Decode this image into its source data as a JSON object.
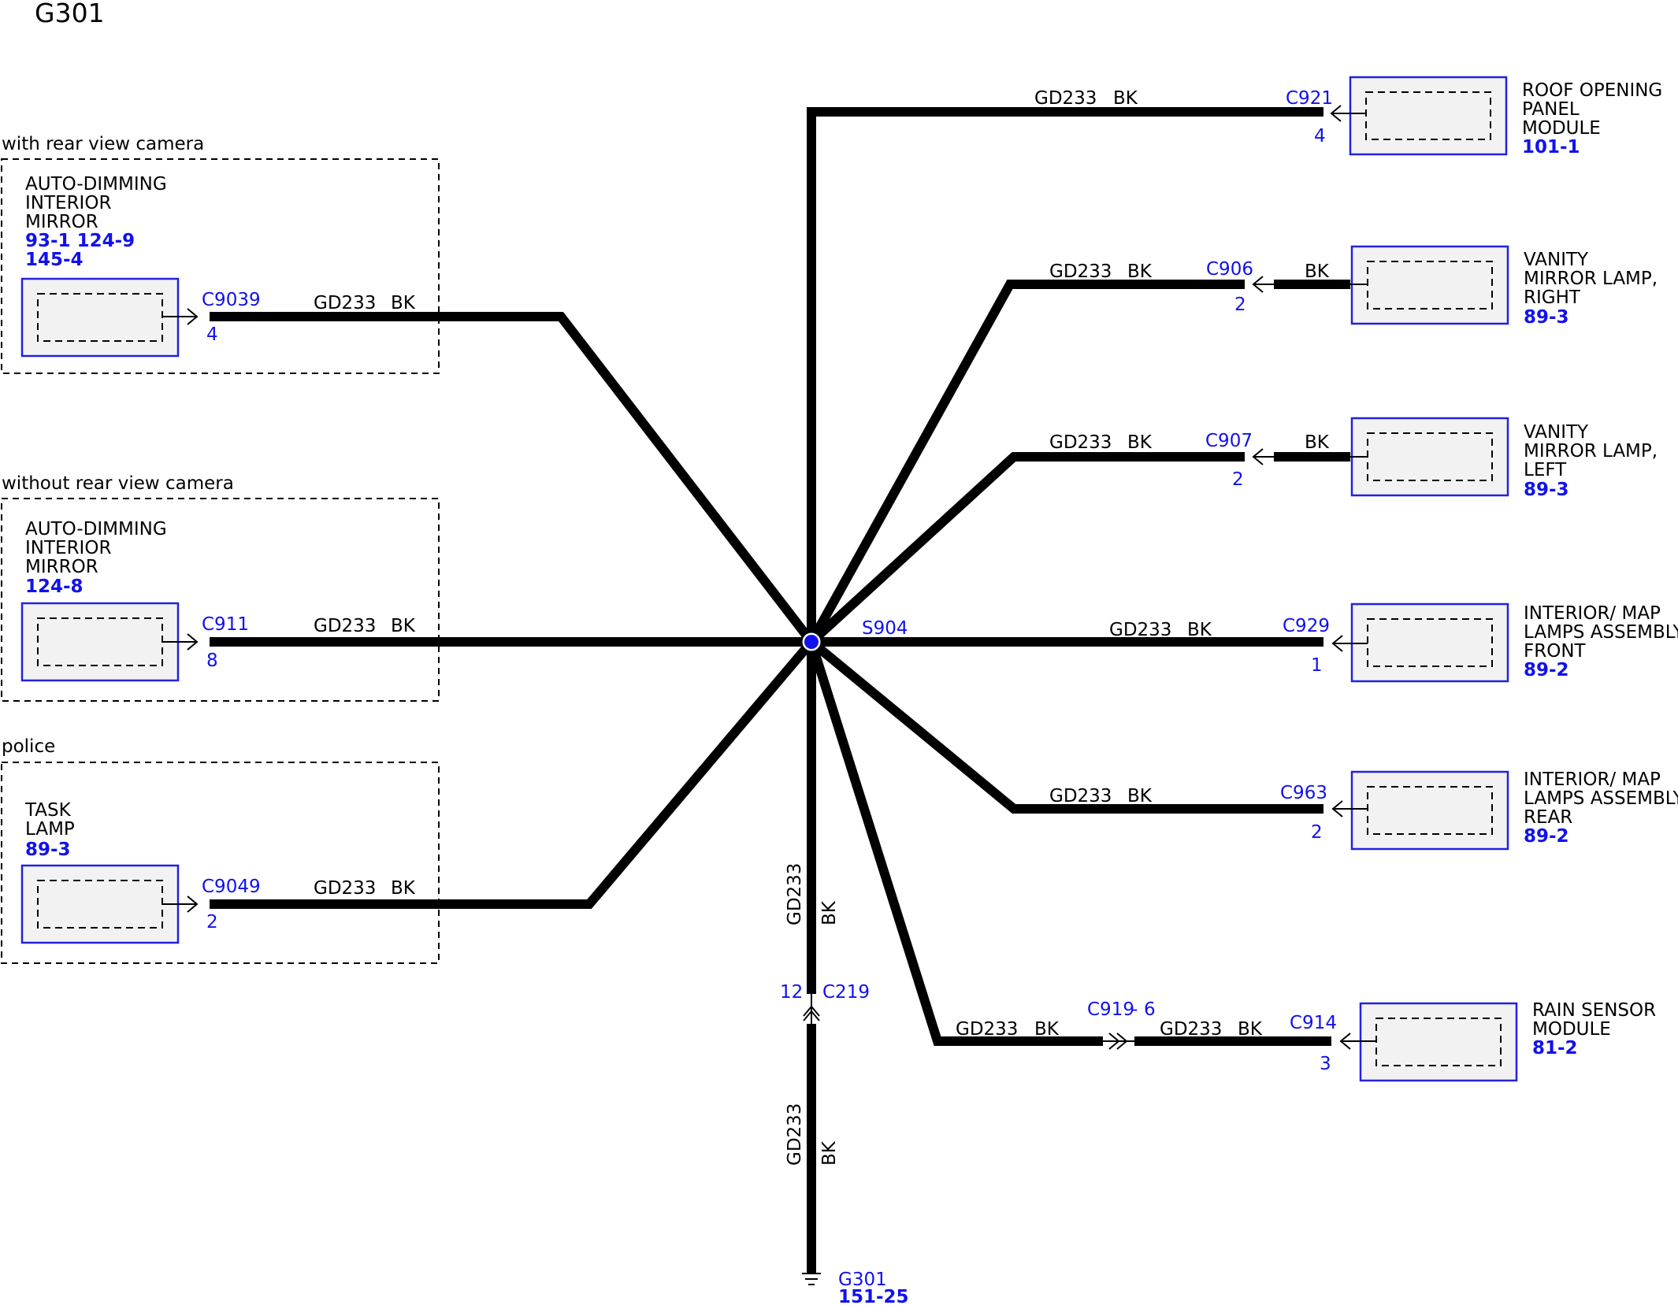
{
  "title": "G301",
  "option_groups": [
    {
      "label": "with rear view camera"
    },
    {
      "label": "without rear view camera"
    },
    {
      "label": "police"
    }
  ],
  "left_components": [
    {
      "name_lines": [
        "AUTO-DIMMING",
        "INTERIOR",
        "MIRROR"
      ],
      "refs": [
        "93-1  124-9",
        "145-4"
      ],
      "connector": "C9039",
      "pin": "4",
      "circuit": "GD233",
      "color": "BK"
    },
    {
      "name_lines": [
        "AUTO-DIMMING",
        "INTERIOR",
        "MIRROR"
      ],
      "refs": [
        "124-8"
      ],
      "connector": "C911",
      "pin": "8",
      "circuit": "GD233",
      "color": "BK"
    },
    {
      "name_lines": [
        "TASK",
        "LAMP"
      ],
      "refs": [
        "89-3"
      ],
      "connector": "C9049",
      "pin": "2",
      "circuit": "GD233",
      "color": "BK"
    }
  ],
  "right_components": [
    {
      "name_lines": [
        "ROOF OPENING",
        "PANEL",
        "MODULE"
      ],
      "refs": [
        "101-1"
      ],
      "connector": "C921",
      "pin": "4",
      "circuit": "GD233",
      "color": "BK"
    },
    {
      "name_lines": [
        "VANITY",
        "MIRROR LAMP,",
        "RIGHT"
      ],
      "refs": [
        "89-3"
      ],
      "connector": "C906",
      "pin": "2",
      "circuit": "GD233",
      "color": "BK",
      "color2": "BK"
    },
    {
      "name_lines": [
        "VANITY",
        "MIRROR LAMP,",
        "LEFT"
      ],
      "refs": [
        "89-3"
      ],
      "connector": "C907",
      "pin": "2",
      "circuit": "GD233",
      "color": "BK",
      "color2": "BK"
    },
    {
      "name_lines": [
        "INTERIOR/ MAP",
        "LAMPS ASSEMBLY,",
        "FRONT"
      ],
      "refs": [
        "89-2"
      ],
      "connector": "C929",
      "pin": "1",
      "circuit": "GD233",
      "color": "BK"
    },
    {
      "name_lines": [
        "INTERIOR/ MAP",
        "LAMPS ASSEMBLY,",
        "REAR"
      ],
      "refs": [
        "89-2"
      ],
      "connector": "C963",
      "pin": "2",
      "circuit": "GD233",
      "color": "BK"
    },
    {
      "name_lines": [
        "RAIN SENSOR",
        "MODULE"
      ],
      "refs": [
        "81-2"
      ],
      "connector": "C914",
      "pin": "3",
      "circuit": "GD233",
      "color": "BK",
      "inline_connector": "C919",
      "inline_pin": "6"
    }
  ],
  "splice": {
    "label": "S904"
  },
  "down_path": {
    "circuit": "GD233",
    "color": "BK",
    "connector": "C219",
    "pin": "12",
    "ground": "G301",
    "ground_ref": "151-25"
  },
  "colors": {
    "wire": "#000000",
    "label_blue": "#1111ee",
    "component_border": "#2222dd",
    "component_fill": "#f2f2f2"
  }
}
